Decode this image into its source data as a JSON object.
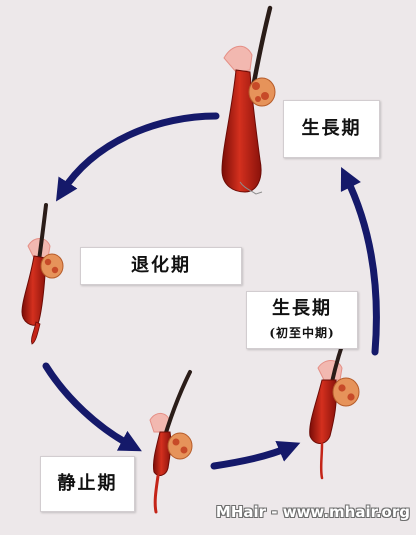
{
  "labels": {
    "growth_top": "生長期",
    "catagen": "退化期",
    "growth_mid": "生長期",
    "growth_mid_sub": "(初至中期)",
    "telogen": "静止期"
  },
  "watermark": "MHair - www.mhair.org",
  "colors": {
    "background": "#ede8ea",
    "arrow": "#15196a",
    "follicle_red": "#c42418",
    "follicle_dark": "#7a0d08",
    "hair_shaft": "#2a1c18",
    "gland_orange": "#e6935a",
    "gland_pink": "#f2b8b0"
  }
}
